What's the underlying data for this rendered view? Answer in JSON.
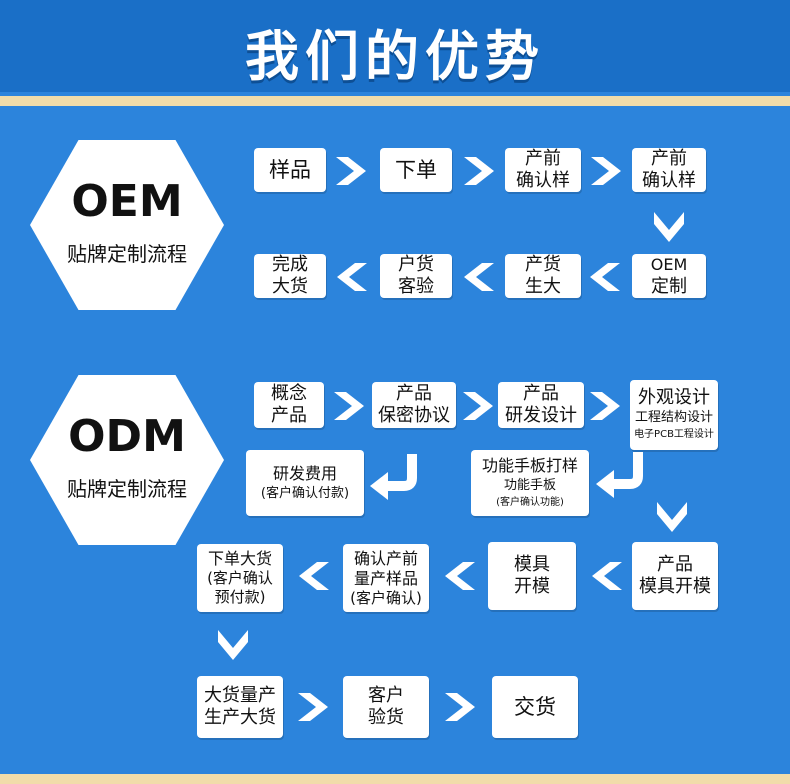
{
  "title": "我们的优势",
  "oem": {
    "hex": {
      "code": "OEM",
      "subtitle": "贴牌定制流程"
    },
    "steps": [
      {
        "lines": [
          "样品"
        ]
      },
      {
        "lines": [
          "下单"
        ]
      },
      {
        "lines": [
          "产前",
          "确认样"
        ]
      },
      {
        "lines": [
          "产前",
          "确认样"
        ]
      },
      {
        "lines": [
          "OEM",
          "定制"
        ]
      },
      {
        "lines": [
          "产货",
          "生大"
        ]
      },
      {
        "lines": [
          "户货",
          "客验"
        ]
      },
      {
        "lines": [
          "完成",
          "大货"
        ]
      }
    ]
  },
  "odm": {
    "hex": {
      "code": "ODM",
      "subtitle": "贴牌定制流程"
    },
    "steps": [
      {
        "lines": [
          "概念",
          "产品"
        ]
      },
      {
        "lines": [
          "产品",
          "保密协议"
        ]
      },
      {
        "lines": [
          "产品",
          "研发设计"
        ]
      },
      {
        "lines": [
          "外观设计",
          "工程结构设计",
          "电子PCB工程设计"
        ]
      },
      {
        "lines": [
          "功能手板打样",
          "功能手板",
          "(客户确认功能)"
        ]
      },
      {
        "lines": [
          "研发费用",
          "(客户确认付款)"
        ]
      },
      {
        "lines": [
          "产品",
          "模具开模"
        ]
      },
      {
        "lines": [
          "模具",
          "开模"
        ]
      },
      {
        "lines": [
          "确认产前",
          "量产样品",
          "(客户确认)"
        ]
      },
      {
        "lines": [
          "下单大货",
          "(客户确认",
          "预付款)"
        ]
      },
      {
        "lines": [
          "大货量产",
          "生产大货"
        ]
      },
      {
        "lines": [
          "客户",
          "验货"
        ]
      },
      {
        "lines": [
          "交货"
        ]
      }
    ]
  },
  "colors": {
    "background": "#2c84dc",
    "box": "#ffffff",
    "arrow": "#ffffff",
    "accent_stripe": "#f1dcaa"
  }
}
